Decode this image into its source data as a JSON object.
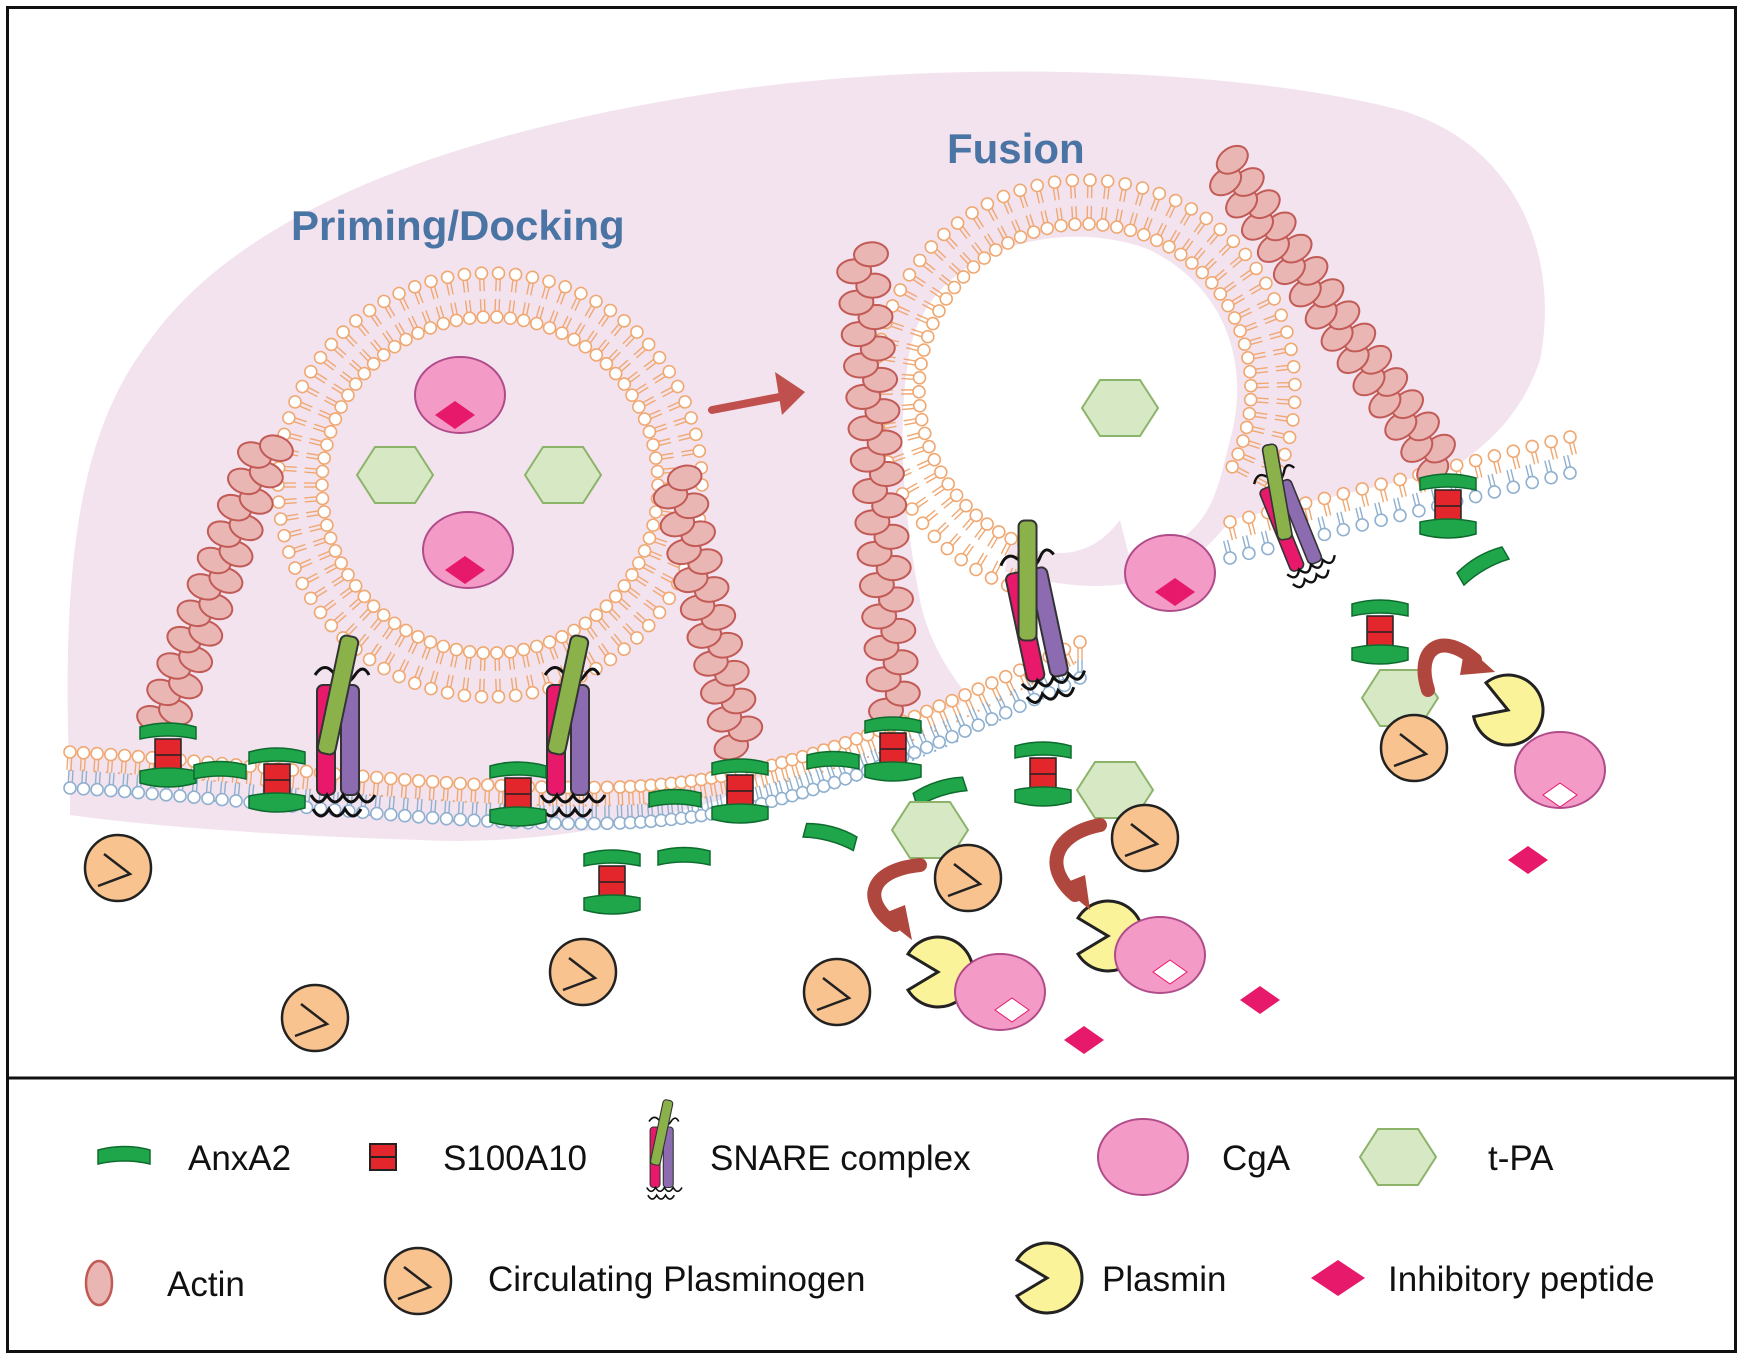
{
  "stages": {
    "priming": "Priming/Docking",
    "fusion": "Fusion"
  },
  "legend": {
    "anxa2": "AnxA2",
    "s100a10": "S100A10",
    "snare": "SNARE complex",
    "cga": "CgA",
    "tpa": "t-PA",
    "actin": "Actin",
    "plasminogen": "Circulating Plasminogen",
    "plasmin": "Plasmin",
    "peptide": "Inhibitory peptide"
  },
  "colors": {
    "cytoplasm": "#f3e3ef",
    "lipid_head_orange": "#f0a872",
    "lipid_head_blue": "#8fb0cf",
    "anxa2": "#1fa64a",
    "s100a10": "#e3262b",
    "actin": "#e9b6b4",
    "actin_stroke": "#c25a55",
    "cga": "#f49ac7",
    "tpa": "#d7e8c4",
    "plasminogen": "#f9c38f",
    "plasmin": "#fbf39a",
    "peptide": "#e6196a",
    "stage_text": "#4a74a3",
    "arrow": "#c0504d"
  },
  "icons": [
    "anxa2-icon",
    "s100a10-icon",
    "snare-complex-icon",
    "cga-icon",
    "tpa-icon",
    "actin-icon",
    "plasminogen-icon",
    "plasmin-icon",
    "inhibitory-peptide-icon"
  ]
}
